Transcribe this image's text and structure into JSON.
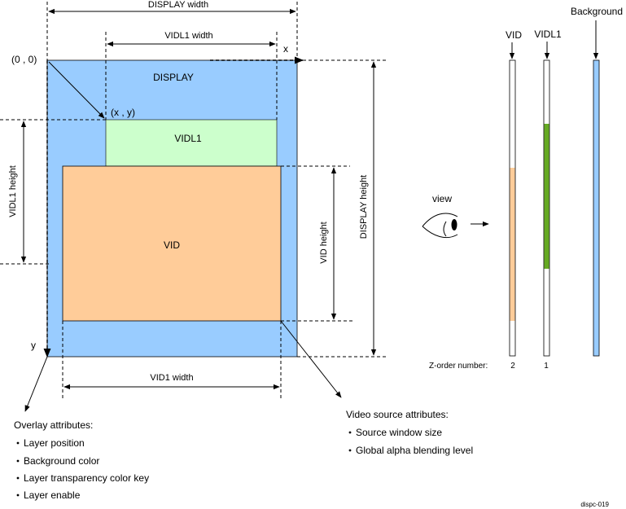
{
  "labels": {
    "display_width": "DISPLAY width",
    "vidl1_width": "VIDL1 width",
    "origin": "(0 , 0)",
    "x_axis": "x",
    "y_axis": "y",
    "display": "DISPLAY",
    "xy": "(x , y)",
    "vidl1": "VIDL1",
    "vid": "VID",
    "vidl1_height": "VIDL1  height",
    "vid_height": "VID height",
    "display_height": "DISPLAY height",
    "vid1_width": "VID1 width",
    "view": "view",
    "z_vid": "VID",
    "z_vidl1": "VIDL1",
    "z_background": "Background",
    "z_order_label": "Z-order number:",
    "z_vid_num": "2",
    "z_vidl1_num": "1",
    "figure_id": "dispc-019"
  },
  "overlay": {
    "title": "Overlay attributes:",
    "items": [
      "Layer position",
      "Background color",
      "Layer transparency color key",
      "Layer enable"
    ]
  },
  "video_source": {
    "title": "Video source attributes:",
    "items": [
      "Source window size",
      "Global alpha blending level"
    ]
  },
  "colors": {
    "display": "#99ccff",
    "vidl1": "#ccffcc",
    "vid": "#ffcc99",
    "vidl1_stripe": "#66aa22",
    "background_bar": "#99ccff"
  }
}
